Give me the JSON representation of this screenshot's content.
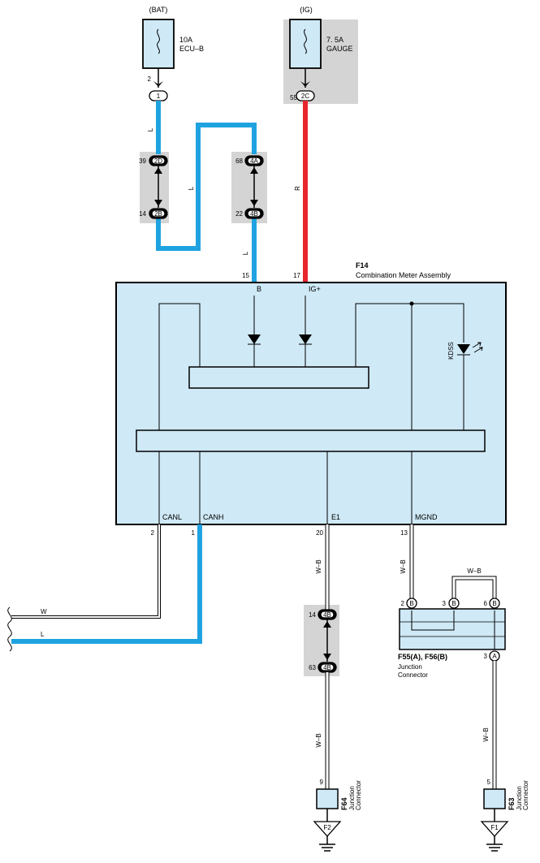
{
  "colors": {
    "wire_L": "#1fa3e0",
    "wire_R": "#e8262e",
    "component_fill": "#cfe9f6",
    "gray_bg": "#d4d4d4"
  },
  "bat_fuse": {
    "source": "(BAT)",
    "rating": "10A",
    "name": "ECU–B",
    "pin": "2",
    "terminal": "1"
  },
  "ig_fuse": {
    "source": "(IG)",
    "rating": "7. 5A",
    "name": "GAUGE",
    "pin": "55",
    "terminal": "2C"
  },
  "conn_2d": {
    "pin": "39",
    "terminal": "2D"
  },
  "conn_2b": {
    "pin": "14",
    "terminal": "2B"
  },
  "conn_4a": {
    "pin": "68",
    "terminal": "4A"
  },
  "conn_4b_top": {
    "pin": "22",
    "terminal": "4B"
  },
  "wire_colors": {
    "L": "L",
    "R": "R",
    "W": "W",
    "WB": "W–B"
  },
  "meter": {
    "code": "F14",
    "name": "Combination Meter Assembly",
    "pin_b": "15",
    "label_b": "B",
    "pin_ig": "17",
    "label_ig": "IG+",
    "led_label": "KDSS",
    "label_canl": "CANL",
    "label_canh": "CANH",
    "label_e1": "E1",
    "label_mgnd": "MGND",
    "pin_canl": "2",
    "pin_canh": "1",
    "pin_e1": "20",
    "pin_mgnd": "13"
  },
  "conn_4b_low_top": {
    "pin": "14",
    "terminal": "4B"
  },
  "conn_4b_low_bot": {
    "pin": "63",
    "terminal": "4B"
  },
  "junction_f55": {
    "code": "F55(A), F56(B)",
    "name1": "Junction",
    "name2": "Connector",
    "pin1": "2",
    "term1": "B",
    "pin2": "3",
    "term2": "B",
    "pin3": "6",
    "term3": "B",
    "pin4": "3",
    "term4": "A"
  },
  "f64": {
    "code": "F64",
    "name1": "Junction",
    "name2": "Connector",
    "pin": "9",
    "ground": "F2"
  },
  "f63": {
    "code": "F63",
    "name1": "Junction",
    "name2": "Connector",
    "pin": "5",
    "ground": "F1"
  }
}
